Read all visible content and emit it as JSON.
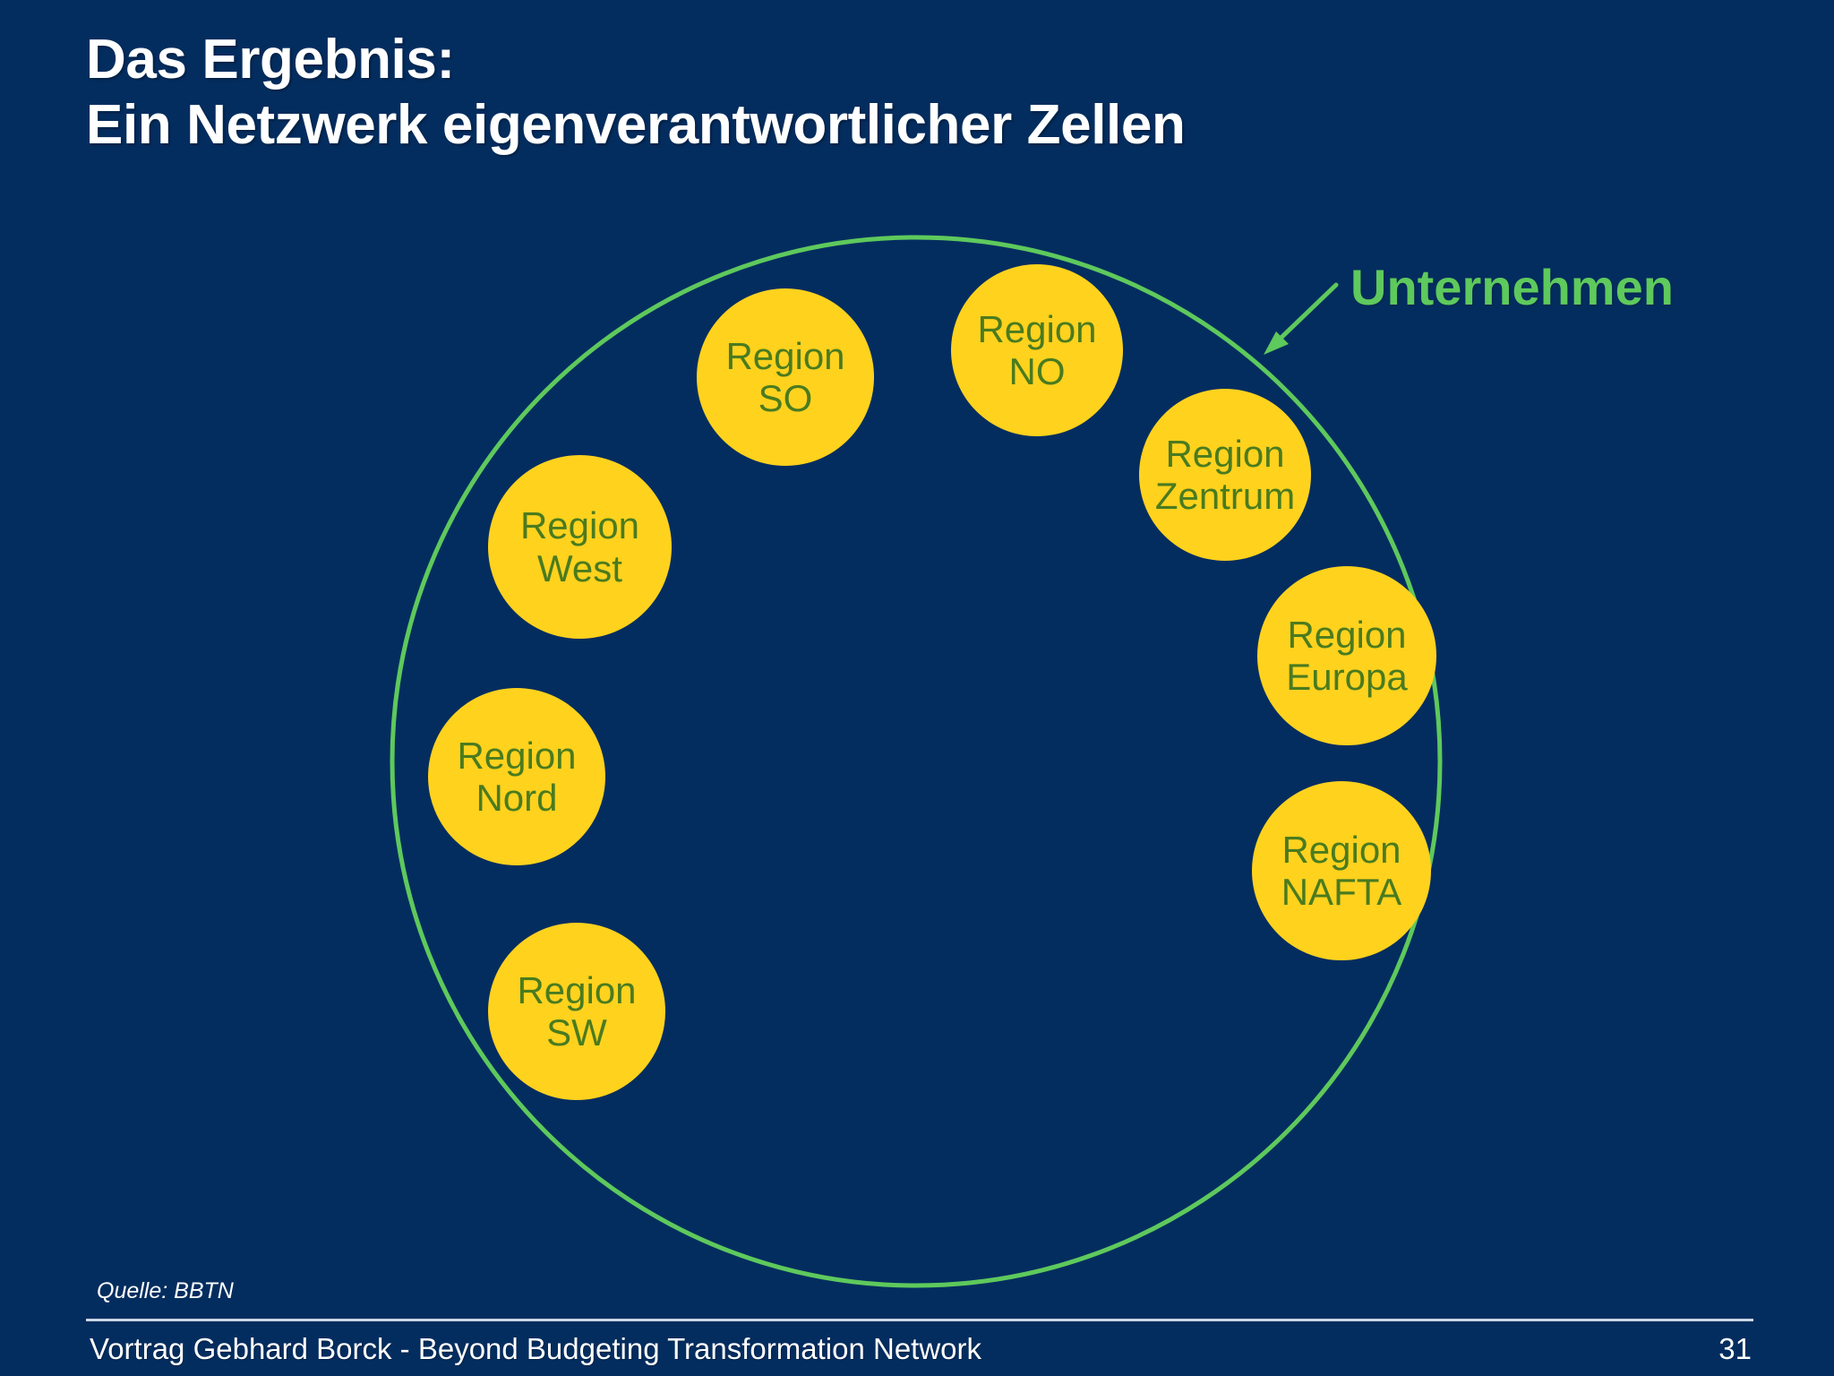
{
  "slide": {
    "background_color": "#042d5f",
    "page_number": "31"
  },
  "title": {
    "line1": "Das Ergebnis:",
    "line2": "Ein Netzwerk eigenverantwortlicher Zellen",
    "color": "#ffffff"
  },
  "diagram": {
    "boundary_label": "Unternehmen",
    "boundary_color": "#5ec95c",
    "cell_fill_color": "#ffd21e",
    "cell_text_color": "#4a7b1f",
    "cells": [
      {
        "id": "so",
        "line1": "Region",
        "line2": "SO"
      },
      {
        "id": "no",
        "line1": "Region",
        "line2": "NO"
      },
      {
        "id": "zentrum",
        "line1": "Region",
        "line2": "Zentrum"
      },
      {
        "id": "europa",
        "line1": "Region",
        "line2": "Europa"
      },
      {
        "id": "nafta",
        "line1": "Region",
        "line2": "NAFTA"
      },
      {
        "id": "west",
        "line1": "Region",
        "line2": "West"
      },
      {
        "id": "nord",
        "line1": "Region",
        "line2": "Nord"
      },
      {
        "id": "sw",
        "line1": "Region",
        "line2": "SW"
      }
    ]
  },
  "source": {
    "note": "Quelle: BBTN"
  },
  "footer": {
    "text": "Vortrag Gebhard Borck - Beyond Budgeting Transformation Network"
  }
}
